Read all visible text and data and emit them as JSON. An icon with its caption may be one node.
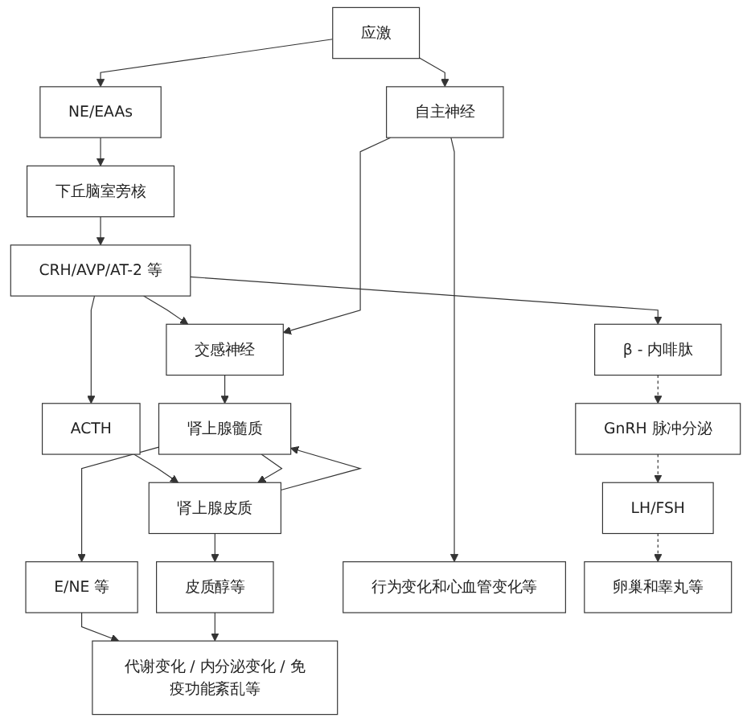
{
  "diagram": {
    "nodes": [
      {
        "text": [
          "应激"
        ]
      },
      {
        "text": [
          "自主神经"
        ]
      },
      {
        "text": [
          "NE/EAAs"
        ]
      },
      {
        "text": [
          "下丘脑室旁核"
        ]
      },
      {
        "text": [
          "CRH/AVP/AT-2 等"
        ]
      },
      {
        "text": [
          "交感神经"
        ]
      },
      {
        "text": [
          "ACTH"
        ]
      },
      {
        "text": [
          "β - 内啡肽"
        ]
      },
      {
        "text": [
          "肾上腺髓质"
        ]
      },
      {
        "text": [
          "肾上腺皮质"
        ]
      },
      {
        "text": [
          "GnRH 脉冲分泌"
        ]
      },
      {
        "text": [
          "E/NE 等"
        ]
      },
      {
        "text": [
          "皮质醇等"
        ]
      },
      {
        "text": [
          "LH/FSH"
        ]
      },
      {
        "text": [
          "行为变化和心血管变化等"
        ]
      },
      {
        "text": [
          "代谢变化 / 内分泌变化 / 免疫功能紊乱等"
        ]
      },
      {
        "text": [
          "卵巢和睾丸等"
        ]
      }
    ],
    "edges": [
      {
        "from": 0,
        "to": 1,
        "arrow": "to"
      },
      {
        "from": 0,
        "to": 2,
        "arrow": "to"
      },
      {
        "from": 2,
        "to": 3,
        "arrow": "to"
      },
      {
        "from": 3,
        "to": 4,
        "arrow": "to"
      },
      {
        "from": 4,
        "to": 5,
        "arrow": "to"
      },
      {
        "from": 4,
        "to": 6,
        "arrow": "to"
      },
      {
        "from": 4,
        "to": 7,
        "arrow": "to"
      },
      {
        "from": 1,
        "to": 5,
        "arrow": "to"
      },
      {
        "from": 5,
        "to": 8,
        "arrow": "to"
      },
      {
        "from": 6,
        "to": 9,
        "arrow": "to"
      },
      {
        "from": 7,
        "to": 10,
        "arrow": "to",
        "style": "dashed"
      },
      {
        "from": 8,
        "to": 9,
        "arrow": "to"
      },
      {
        "from": 9,
        "to": 8,
        "arrow": "to"
      },
      {
        "from": 8,
        "to": 11,
        "arrow": "to"
      },
      {
        "from": 9,
        "to": 12,
        "arrow": "to"
      },
      {
        "from": 10,
        "to": 13,
        "arrow": "to",
        "style": "dashed"
      },
      {
        "from": 1,
        "to": 14,
        "arrow": "to"
      },
      {
        "from": 11,
        "to": 15,
        "arrow": "to"
      },
      {
        "from": 12,
        "to": 15,
        "arrow": "to"
      },
      {
        "from": 13,
        "to": 16,
        "arrow": "to",
        "style": "dashed"
      }
    ]
  }
}
